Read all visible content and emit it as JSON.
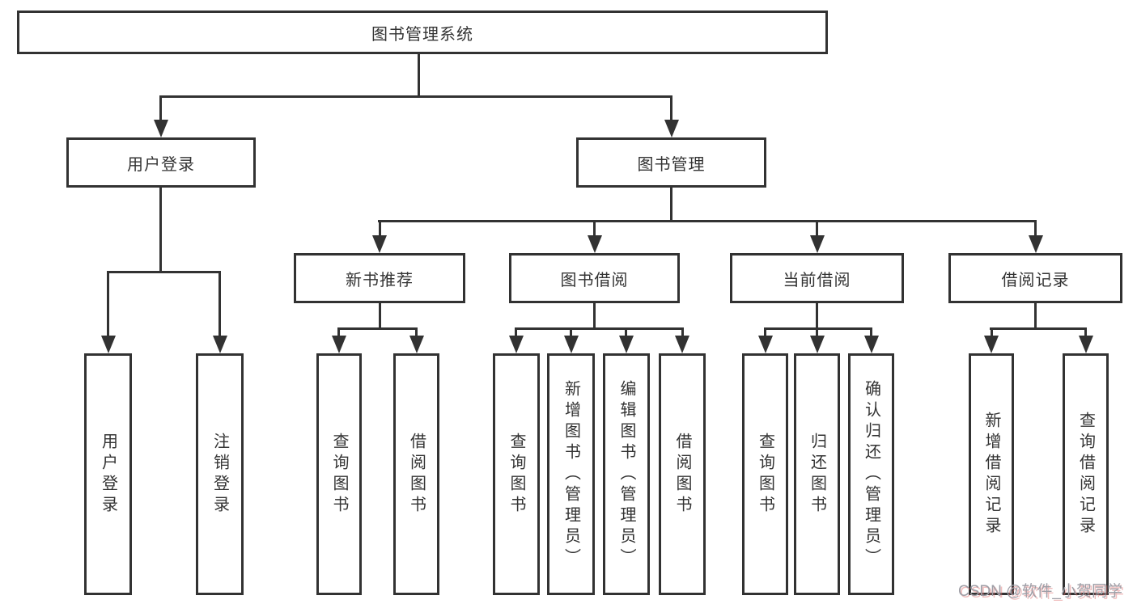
{
  "diagram": {
    "type": "tree",
    "colors": {
      "line": "#323232",
      "box_border": "#323232",
      "text": "#333333",
      "background": "#ffffff",
      "watermark_text": "#9e9ea6",
      "watermark_shadow": "#de6e6e"
    },
    "root": {
      "label": "图书管理系统"
    },
    "branches": {
      "user_login": {
        "label": "用户登录",
        "children": {
          "login": "用户登录",
          "logout": "注销登录"
        }
      },
      "book_mgmt": {
        "label": "图书管理",
        "sections": {
          "new_book": {
            "label": "新书推荐",
            "children": {
              "query": "查询图书",
              "borrow": "借阅图书"
            }
          },
          "book_borrow": {
            "label": "图书借阅",
            "children": {
              "query": "查询图书",
              "add": "新增图书（管理员）",
              "edit": "编辑图书（管理员）",
              "borrow": "借阅图书"
            }
          },
          "current_borrow": {
            "label": "当前借阅",
            "children": {
              "query": "查询图书",
              "return": "归还图书",
              "confirm": "确认归还（管理员）"
            }
          },
          "borrow_records": {
            "label": "借阅记录",
            "children": {
              "add": "新增借阅记录",
              "query": "查询借阅记录"
            }
          }
        }
      }
    },
    "watermark": "CSDN @软件_小贺同学"
  }
}
